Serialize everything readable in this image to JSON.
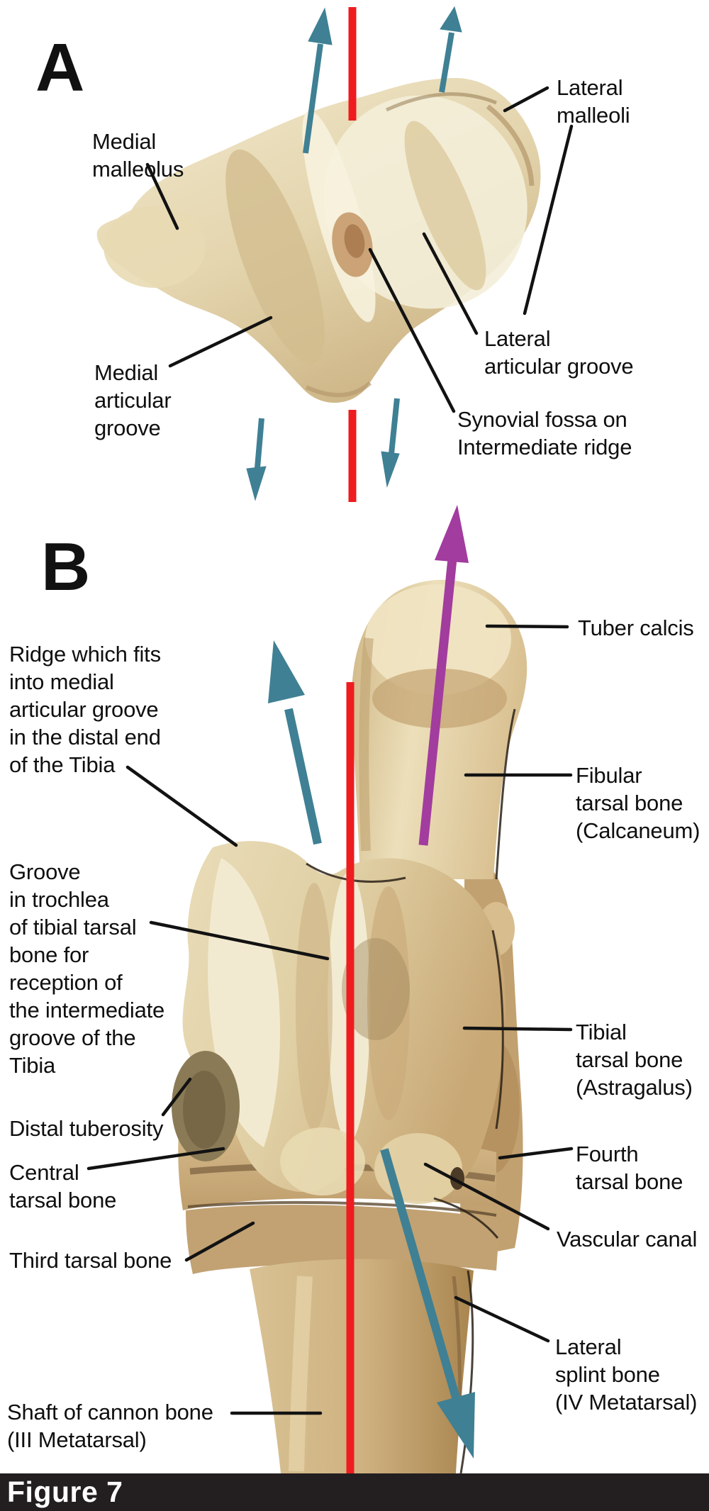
{
  "figure": {
    "caption": "Figure 7",
    "colors": {
      "rotation_axis_red": "#ee1c1f",
      "motion_arrow_teal": "#3f8094",
      "motion_arrow_purple": "#a23c9e",
      "caption_bg": "#231f20",
      "label_text": "#0f0f0f",
      "leader_line": "#121212"
    }
  },
  "panel_a": {
    "letter": "A",
    "labels": {
      "medial_malleolus": "Medial\nmalleolus",
      "lateral_malleoli": "Lateral\nmalleoli",
      "lateral_articular_groove": "Lateral\narticular groove",
      "medial_articular_groove": "Medial\narticular\ngroove",
      "synovial_fossa": "Synovial fossa on\nIntermediate ridge"
    }
  },
  "panel_b": {
    "letter": "B",
    "labels": {
      "tuber_calcis": "Tuber calcis",
      "ridge_fits_medial_groove": "Ridge which fits\ninto medial\narticular groove\nin the distal end\nof the Tibia",
      "fibular_tarsal": "Fibular\ntarsal bone\n(Calcaneum)",
      "groove_in_trochlea": "Groove\nin trochlea\nof tibial tarsal\nbone for\nreception of\nthe intermediate\ngroove of the\nTibia",
      "tibial_tarsal": "Tibial\ntarsal bone\n(Astragalus)",
      "distal_tuberosity": "Distal tuberosity",
      "central_tarsal": "Central\ntarsal bone",
      "fourth_tarsal": "Fourth\ntarsal bone",
      "third_tarsal": "Third tarsal bone",
      "vascular_canal": "Vascular canal",
      "lateral_splint": "Lateral\nsplint bone\n(IV Metatarsal)",
      "shaft_cannon": "Shaft of cannon bone\n(III Metatarsal)"
    }
  }
}
